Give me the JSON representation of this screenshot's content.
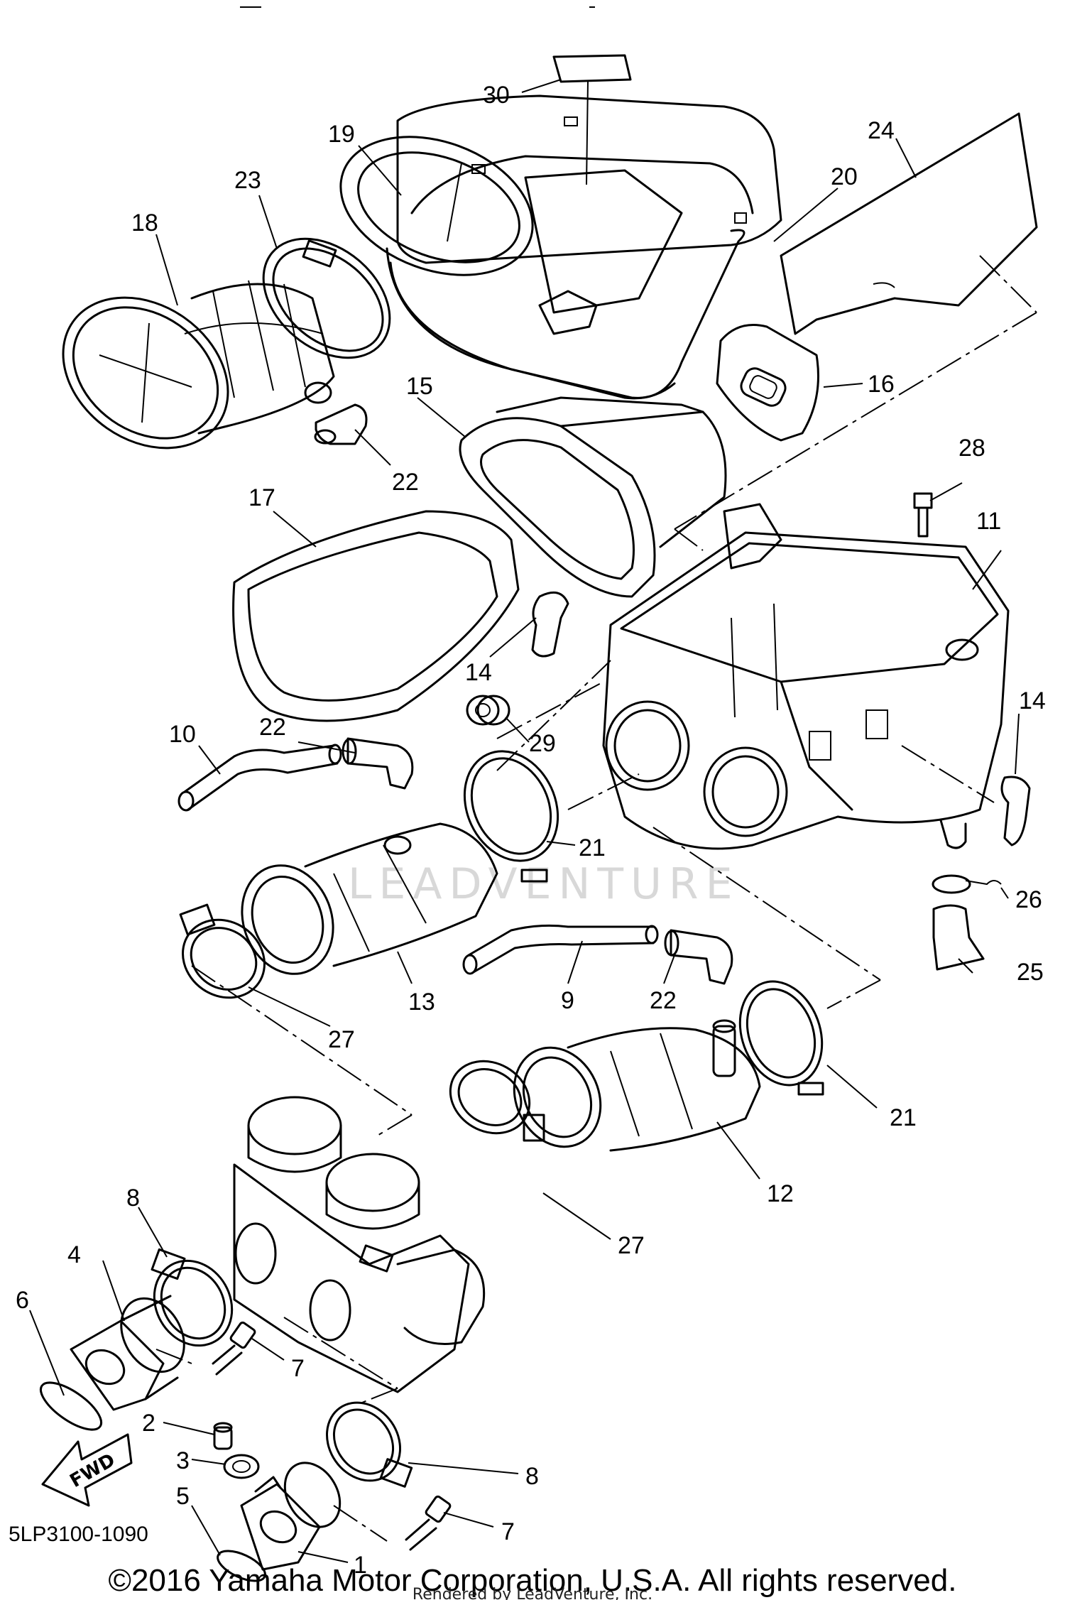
{
  "diagram": {
    "code": "5LP3100-1090",
    "copyright": "©2016 Yamaha Motor Corporation, U.S.A. All rights reserved.",
    "rendered_by": "Rendered by LeadVenture, Inc.",
    "watermark": "LEADVENTURE",
    "fwd_label": "FWD",
    "callouts": [
      {
        "id": "c30",
        "label": "30"
      },
      {
        "id": "c19",
        "label": "19"
      },
      {
        "id": "c24",
        "label": "24"
      },
      {
        "id": "c20",
        "label": "20"
      },
      {
        "id": "c23",
        "label": "23"
      },
      {
        "id": "c18",
        "label": "18"
      },
      {
        "id": "c16",
        "label": "16"
      },
      {
        "id": "c15",
        "label": "15"
      },
      {
        "id": "c22a",
        "label": "22"
      },
      {
        "id": "c28",
        "label": "28"
      },
      {
        "id": "c17",
        "label": "17"
      },
      {
        "id": "c11",
        "label": "11"
      },
      {
        "id": "c14a",
        "label": "14"
      },
      {
        "id": "c14b",
        "label": "14"
      },
      {
        "id": "c10",
        "label": "10"
      },
      {
        "id": "c22b",
        "label": "22"
      },
      {
        "id": "c29",
        "label": "29"
      },
      {
        "id": "c21a",
        "label": "21"
      },
      {
        "id": "c26",
        "label": "26"
      },
      {
        "id": "c13",
        "label": "13"
      },
      {
        "id": "c9",
        "label": "9"
      },
      {
        "id": "c22c",
        "label": "22"
      },
      {
        "id": "c25",
        "label": "25"
      },
      {
        "id": "c27a",
        "label": "27"
      },
      {
        "id": "c21b",
        "label": "21"
      },
      {
        "id": "c12",
        "label": "12"
      },
      {
        "id": "c8a",
        "label": "8"
      },
      {
        "id": "c27b",
        "label": "27"
      },
      {
        "id": "c4",
        "label": "4"
      },
      {
        "id": "c6",
        "label": "6"
      },
      {
        "id": "c7a",
        "label": "7"
      },
      {
        "id": "c2",
        "label": "2"
      },
      {
        "id": "c3",
        "label": "3"
      },
      {
        "id": "c8b",
        "label": "8"
      },
      {
        "id": "c5",
        "label": "5"
      },
      {
        "id": "c7b",
        "label": "7"
      },
      {
        "id": "c1",
        "label": "1"
      }
    ]
  }
}
